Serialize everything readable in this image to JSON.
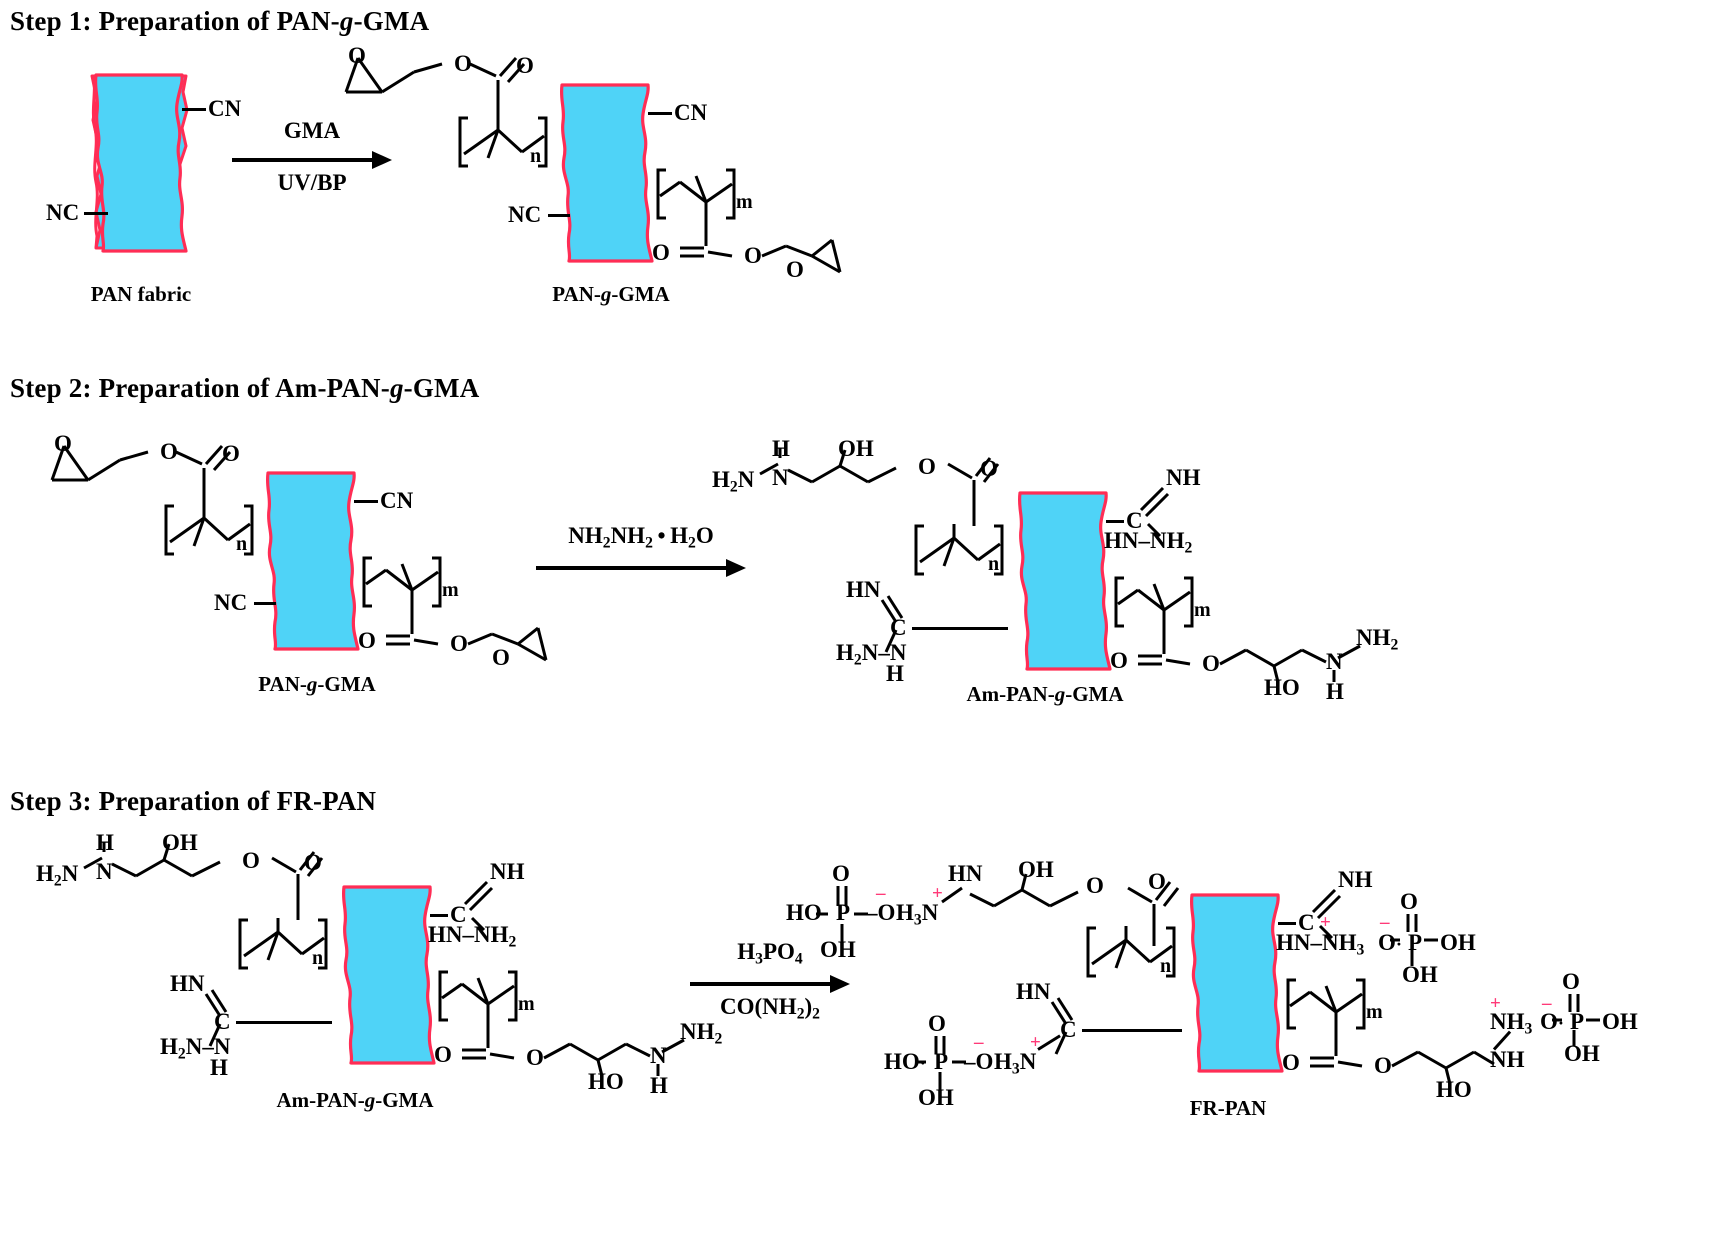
{
  "figure": {
    "type": "reaction-scheme",
    "background": "#ffffff",
    "fabric_fill": "#4FD3F7",
    "fabric_stroke": "#FF2D55",
    "charge_color": "#ff3a78"
  },
  "steps": [
    {
      "id": "step1",
      "title_prefix": "Step 1: Preparation of PAN-",
      "title_italic": "g",
      "title_suffix": "-GMA",
      "reagent_above": "GMA",
      "reagent_below": "UV/BP",
      "reactant_label_prefix": "PAN fabric",
      "reactant_label_italic": "",
      "reactant_label_suffix": "",
      "product_label_prefix": "PAN-",
      "product_label_italic": "g",
      "product_label_suffix": "-GMA"
    },
    {
      "id": "step2",
      "title_prefix": "Step 2: Preparation of Am-PAN-",
      "title_italic": "g",
      "title_suffix": "-GMA",
      "reagent_above": "NH2NH2 • H2O",
      "reagent_below": "",
      "reactant_label_prefix": "PAN-",
      "reactant_label_italic": "g",
      "reactant_label_suffix": "-GMA",
      "product_label_prefix": "Am-PAN-",
      "product_label_italic": "g",
      "product_label_suffix": "-GMA"
    },
    {
      "id": "step3",
      "title_prefix": "Step 3: Preparation of FR-PAN",
      "title_italic": "",
      "title_suffix": "",
      "reagent_above": "H3PO4",
      "reagent_below": "CO(NH2)2",
      "reactant_label_prefix": "Am-PAN-",
      "reactant_label_italic": "g",
      "reactant_label_suffix": "-GMA",
      "product_label_prefix": "FR-PAN",
      "product_label_italic": "",
      "product_label_suffix": ""
    }
  ],
  "labels": {
    "CN": "CN",
    "NC": "NC",
    "O": "O",
    "OH": "OH",
    "HO": "HO",
    "N": "N",
    "H": "H",
    "NH": "NH",
    "HN": "HN",
    "n": "n",
    "m": "m",
    "P": "P",
    "C": "C",
    "H2N": "H2N",
    "NH2": "NH2",
    "HN_NH2": "HN",
    "NH3": "NH3",
    "plus": "+",
    "minus": "–",
    "dot": "·"
  }
}
